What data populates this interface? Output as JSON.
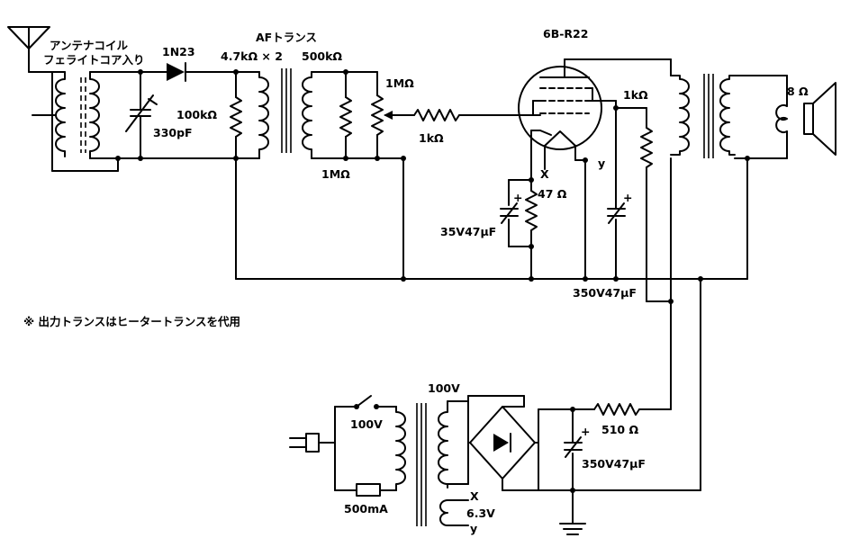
{
  "labels": {
    "antenna_coil": "アンテナコイル",
    "ferrite_core": "フェライトコア入り",
    "diode": "1N23",
    "af_trans": "AFトランス",
    "af_trans_ratio": "4.7kΩ × 2",
    "af_trans_sec": "500kΩ",
    "r_100k": "100kΩ",
    "c_330p": "330pF",
    "vol_1m": "1MΩ",
    "r_1m_bottom": "1MΩ",
    "r_grid": "1kΩ",
    "tube": "6B-R22",
    "r_plate": "1kΩ",
    "speaker_ohm": "8 Ω",
    "heater_x": "X",
    "heater_y": "y",
    "r_cathode": "47 Ω",
    "c_cathode": "35V47μF",
    "c_b_plus": "350V47μF",
    "note": "※ 出力トランスはヒータートランスを代用",
    "sw_voltage": "100V",
    "fuse": "500mA",
    "sec_voltage": "100V",
    "r_510": "510 Ω",
    "c_filter": "350V47μF",
    "heater_out_x": "X",
    "heater_out_v": "6.3V",
    "heater_out_y": "y",
    "plus": "+"
  }
}
